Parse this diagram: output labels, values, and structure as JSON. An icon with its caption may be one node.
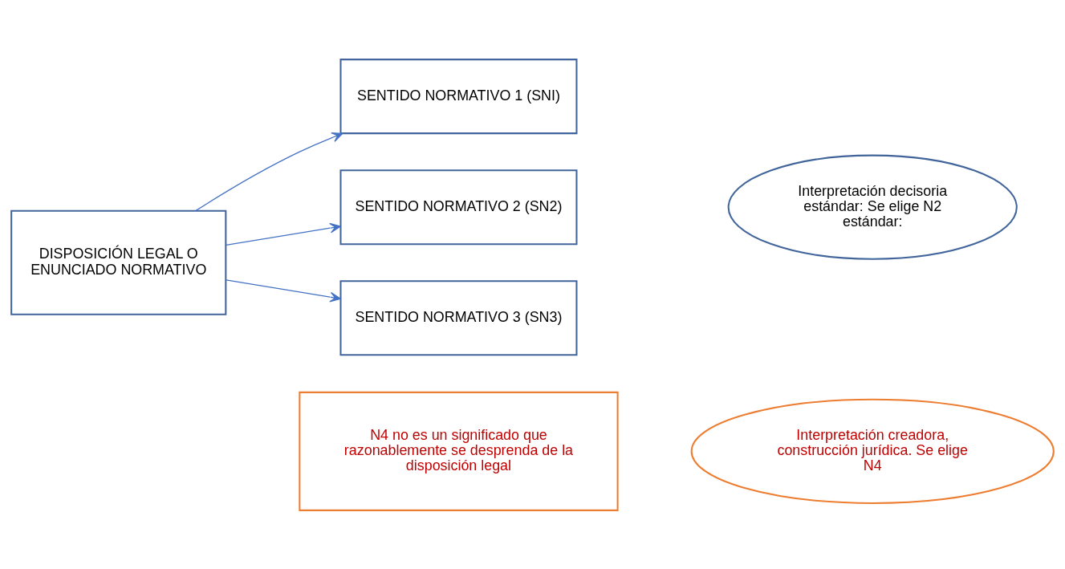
{
  "diagram": {
    "nodes": [
      {
        "text": [
          "DISPOSICIÓN LEGAL O ENUNCIADO NORMATIVO"
        ]
      },
      {
        "text": [
          "SENTIDO NORMATIVO 1 (SNI)"
        ]
      },
      {
        "text": [
          "SENTIDO NORMATIVO 2 (SN2)"
        ]
      },
      {
        "text": [
          "SENTIDO NORMATIVO 3 (SN3)"
        ]
      },
      {
        "text": [
          "Interpretación decisoria estándar: Se elige N2 estándar:"
        ]
      },
      {
        "text": [
          "N4 no es un significado que razonablemente se desprenda de la disposición legal"
        ]
      },
      {
        "text": [
          "Interpretación creadora, construcción jurídica. Se elige N4"
        ]
      }
    ],
    "edges": [
      {
        "from": 0,
        "to": 1,
        "arrow": "to"
      },
      {
        "from": 0,
        "to": 2,
        "arrow": "to"
      },
      {
        "from": 0,
        "to": 3,
        "arrow": "to"
      }
    ]
  }
}
